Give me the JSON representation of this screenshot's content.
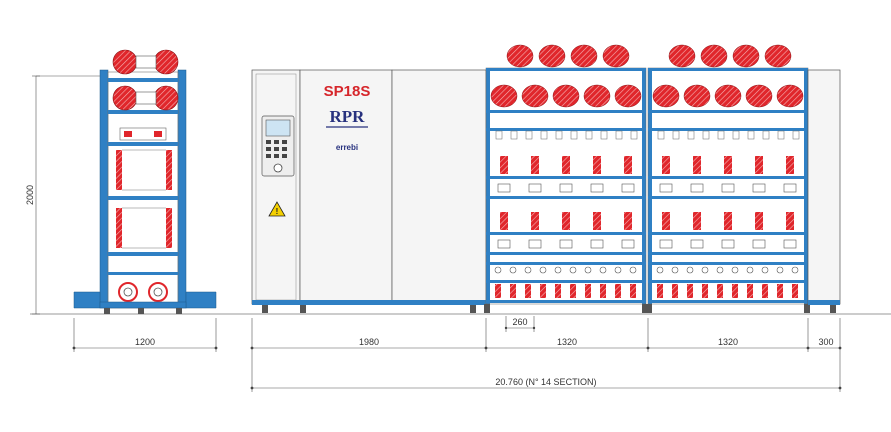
{
  "machine": {
    "model": "SP18S",
    "brand": "RPR",
    "maker": "errebi"
  },
  "dimensions": {
    "height": "2000",
    "side_width": "1200",
    "head_length": "1980",
    "section_length_1": "1320",
    "section_length_2": "1320",
    "end_length": "300",
    "spindle_pitch": "260",
    "total_length": "20.760 (N° 14 SECTION)"
  },
  "colors": {
    "frame_blue": "#2f80c4",
    "yarn_red": "#e0262b",
    "panel_grey": "#f2f2f2",
    "line": "#555555"
  }
}
